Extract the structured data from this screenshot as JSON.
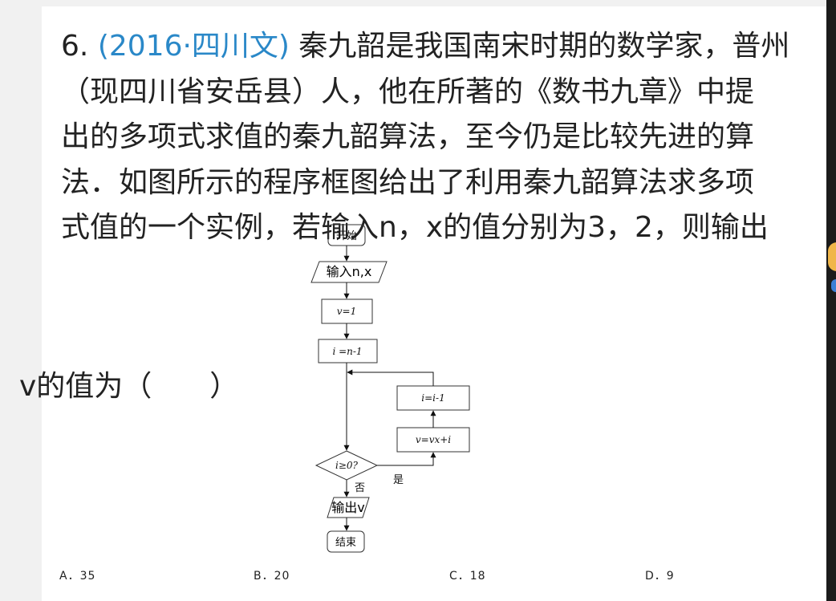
{
  "question": {
    "number": "6.",
    "source": "(2016·四川文)",
    "lines": [
      "秦九韶是我国南宋时期的数学家，普州",
      "（现四川省安岳县）人，他在所著的《数书九章》中提",
      "出的多项式求值的秦九韶算法，至今仍是比较先进的算",
      "法．如图所示的程序框图给出了利用秦九韶算法求多项",
      "式值的一个实例，若输入n，x的值分别为3，2，则输出"
    ],
    "tail": "v的值为（　　）"
  },
  "flowchart": {
    "start": "开始",
    "input_label": "输入",
    "input_vars": "n,x",
    "init_v": "v=1",
    "init_i": "i =n-1",
    "update_i": "i=i-1",
    "update_v": "v=vx+i",
    "condition": "i≥0?",
    "yes": "是",
    "no": "否",
    "output_label": "输出",
    "output_var": "v",
    "end": "结束"
  },
  "choices": [
    {
      "letter": "A",
      "text": "A．35"
    },
    {
      "letter": "B",
      "text": "B．20"
    },
    {
      "letter": "C",
      "text": "C．18"
    },
    {
      "letter": "D",
      "text": "D．9"
    }
  ]
}
